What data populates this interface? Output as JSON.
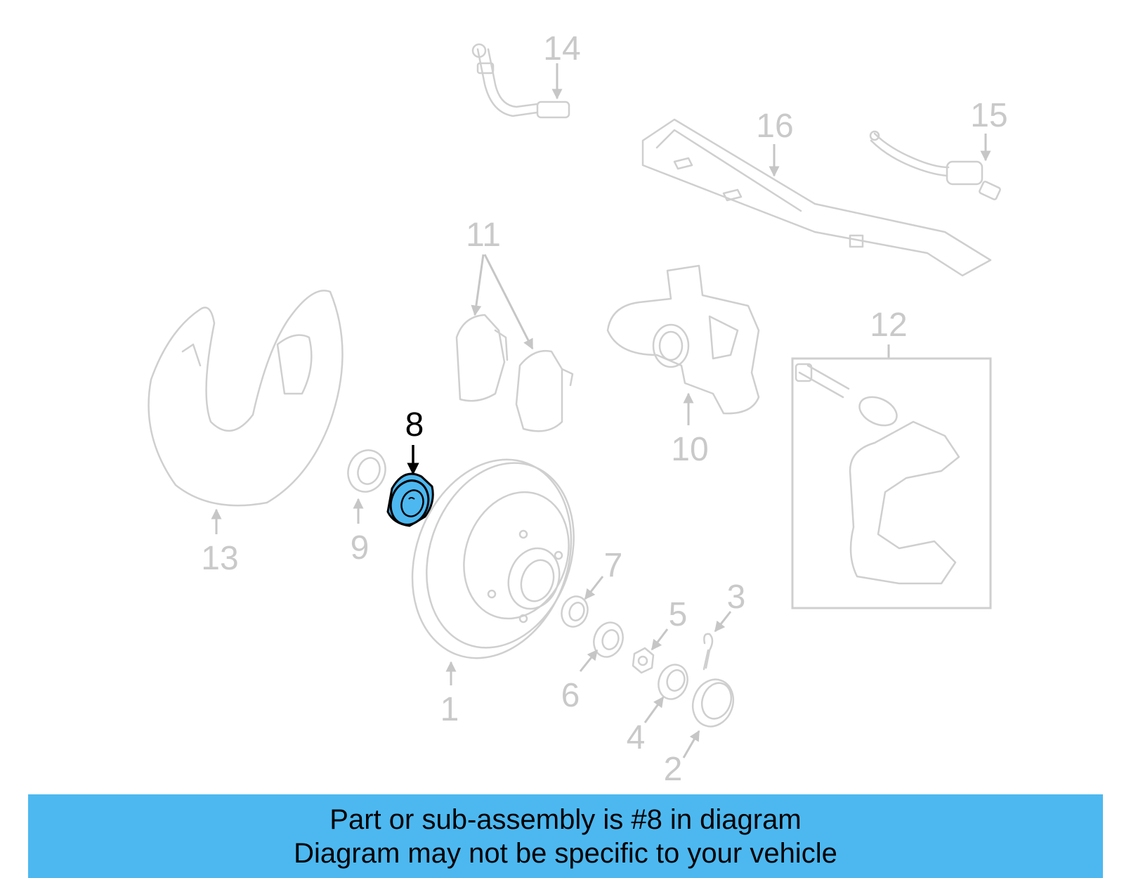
{
  "callouts": {
    "c1": "1",
    "c2": "2",
    "c3": "3",
    "c4": "4",
    "c5": "5",
    "c6": "6",
    "c7": "7",
    "c8": "8",
    "c9": "9",
    "c10": "10",
    "c11": "11",
    "c12": "12",
    "c13": "13",
    "c14": "14",
    "c15": "15",
    "c16": "16"
  },
  "highlight": {
    "part": "8",
    "color": "#4db8f0"
  },
  "banner": {
    "line1": "Part or sub-assembly is #8 in diagram",
    "line2": "Diagram may not be specific to your vehicle",
    "color": "#4db8f0"
  }
}
